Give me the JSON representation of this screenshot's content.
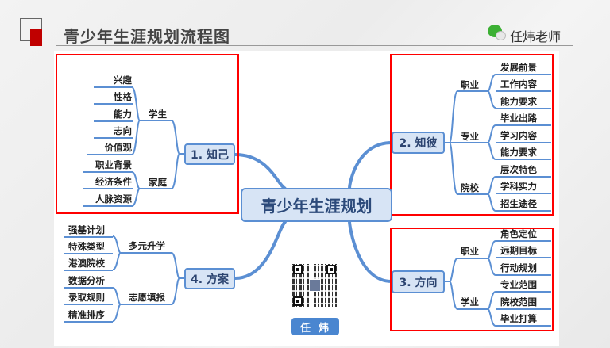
{
  "header": {
    "title": "青少年生涯规划流程图",
    "author": "任炜老师",
    "author_icon": "wechat-icon"
  },
  "center": "青少年生涯规划",
  "colors": {
    "accent": "#5b8fd3",
    "node_fill": "#d7e4f5",
    "frame": "#ff0000",
    "brand_red": "#c00000"
  },
  "branches": {
    "b1": {
      "label": "1. 知己",
      "groups": [
        {
          "label": "学生",
          "items": [
            "兴趣",
            "性格",
            "能力",
            "志向",
            "价值观"
          ]
        },
        {
          "label": "家庭",
          "items": [
            "职业背景",
            "经济条件",
            "人脉资源"
          ]
        }
      ]
    },
    "b2": {
      "label": "2. 知彼",
      "groups": [
        {
          "label": "职业",
          "items": [
            "发展前景",
            "工作内容",
            "能力要求"
          ]
        },
        {
          "label": "专业",
          "items": [
            "毕业出路",
            "学习内容",
            "能力要求"
          ]
        },
        {
          "label": "院校",
          "items": [
            "层次特色",
            "学科实力",
            "招生途径"
          ]
        }
      ]
    },
    "b3": {
      "label": "3. 方向",
      "groups": [
        {
          "label": "职业",
          "items": [
            "角色定位",
            "远期目标",
            "行动规划"
          ]
        },
        {
          "label": "学业",
          "items": [
            "专业范围",
            "院校范围",
            "毕业打算"
          ]
        }
      ]
    },
    "b4": {
      "label": "4. 方案",
      "groups": [
        {
          "label": "多元升学",
          "items": [
            "强基计划",
            "特殊类型",
            "港澳院校"
          ]
        },
        {
          "label": "志愿填报",
          "items": [
            "数据分析",
            "录取规则",
            "精准排序"
          ]
        }
      ]
    }
  },
  "qr": {
    "button_label": "任炜"
  }
}
